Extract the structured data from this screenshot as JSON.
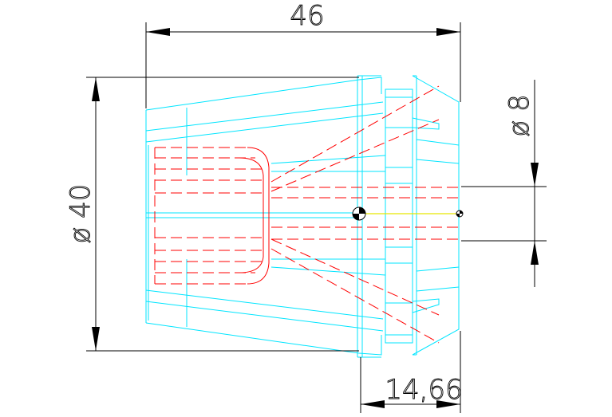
{
  "drawing": {
    "background": "#ffffff",
    "outline_color": "#00e5ff",
    "hidden_color": "#ff0000",
    "dimension_color": "#000000",
    "axis_color": "#e6e600"
  },
  "dimensions": {
    "length": "46",
    "diameter_outer": "ø 40",
    "diameter_bore": "ø 8",
    "slot_offset": "14,66"
  }
}
